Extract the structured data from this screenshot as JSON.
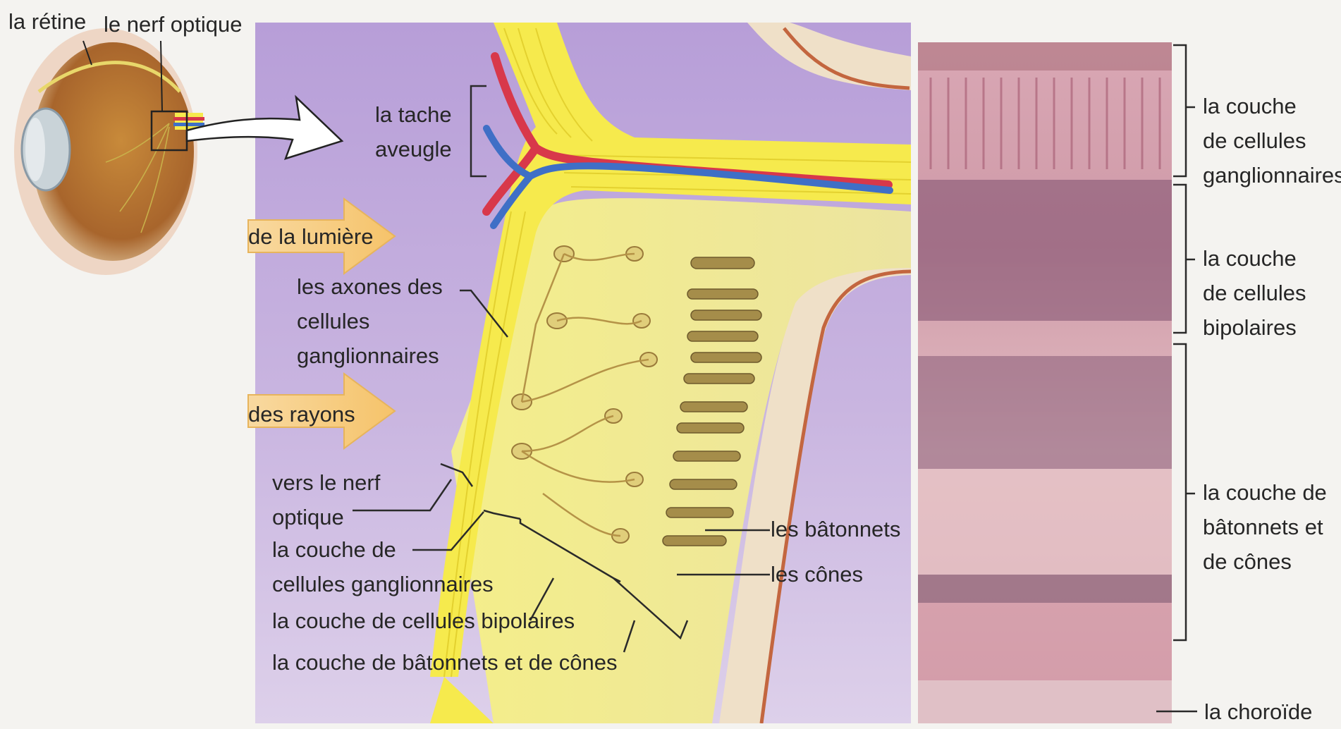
{
  "eye_labels": {
    "retina": "la rétine",
    "optic_nerve": "le nerf optique"
  },
  "diagram_labels": {
    "blind_spot": [
      "la tache",
      "aveugle"
    ],
    "light_top": "de la lumière",
    "light_bottom": "des rayons",
    "axons": [
      "les axones des",
      "cellules",
      "ganglionnaires"
    ],
    "to_optic_nerve": [
      "vers le nerf",
      "optique"
    ],
    "ganglion_layer": [
      "la couche de",
      "cellules ganglionnaires"
    ],
    "bipolar_layer": "la couche de cellules bipolaires",
    "photoreceptor_layer": "la couche de bâtonnets et de cônes",
    "rods": "les bâtonnets",
    "cones": "les cônes"
  },
  "micrograph_labels": {
    "ganglion_layer": [
      "la couche",
      "de cellules",
      "ganglionnaires"
    ],
    "bipolar_layer": [
      "la couche",
      "de cellules",
      "bipolaires"
    ],
    "photoreceptor_layer": [
      "la couche de",
      "bâtonnets et",
      "de cônes"
    ],
    "choroid": "la choroïde"
  },
  "colors": {
    "background_purple": "#b9a2d6",
    "nerve_yellow": "#f6ea4d",
    "artery_red": "#d8384a",
    "vein_blue": "#3f6fc6",
    "tissue_pink": "#dcb0ba",
    "nucleus_purple": "#5a3552"
  }
}
